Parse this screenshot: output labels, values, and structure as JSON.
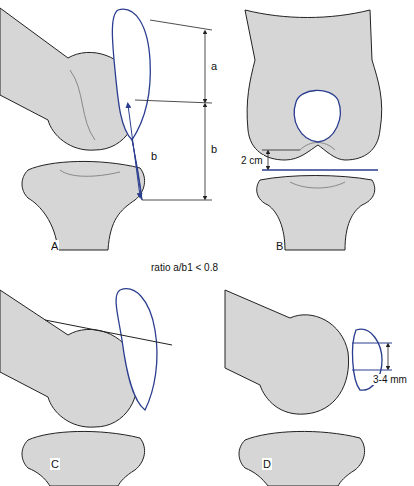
{
  "diagram": {
    "labels": [
      "a",
      "b",
      "b",
      "2 cm",
      "A",
      "B",
      "ratio a/b1 < 0.8",
      "3-4 mm",
      "C",
      "D"
    ]
  }
}
